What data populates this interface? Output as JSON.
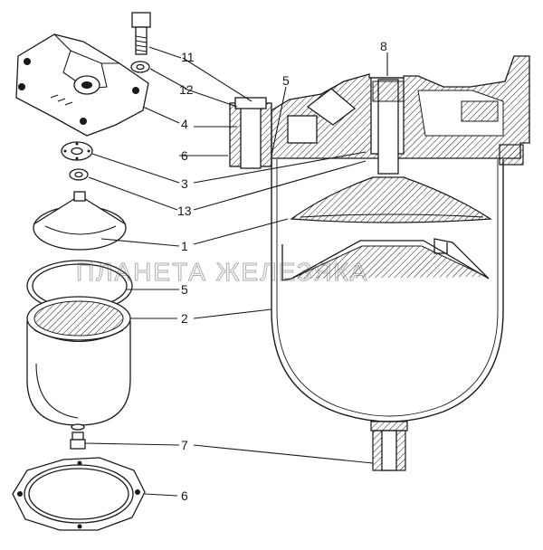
{
  "watermark": "ПЛАНЕТА ЖЕЛЕЗЯКА",
  "callouts": {
    "c8": "8",
    "c11": "11",
    "c12": "12",
    "c5_top": "5",
    "c4": "4",
    "c6_top": "6",
    "c3": "3",
    "c13": "13",
    "c1": "1",
    "c5_mid": "5",
    "c2": "2",
    "c7": "7",
    "c6_bottom": "6"
  }
}
